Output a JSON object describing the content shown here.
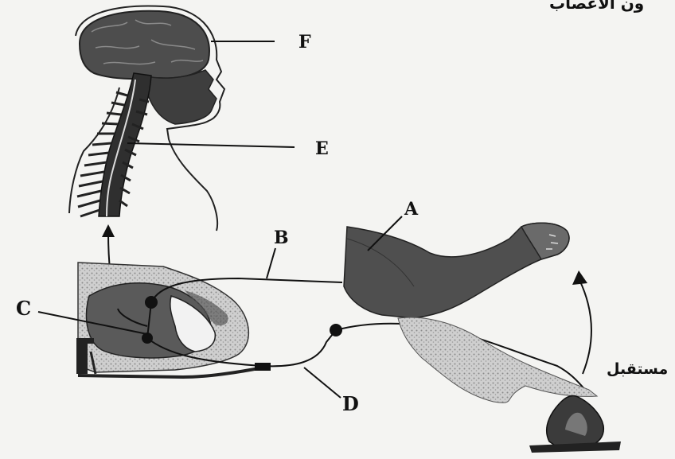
{
  "corner_text": "ون الأعصاب",
  "labels": {
    "A": "A",
    "B": "B",
    "C": "C",
    "D": "D",
    "E": "E",
    "F": "F"
  },
  "receptor_label": "مستقبل",
  "colors": {
    "background": "#f4f4f2",
    "tissue_dark": "#4a4a4a",
    "ink": "#111111"
  }
}
